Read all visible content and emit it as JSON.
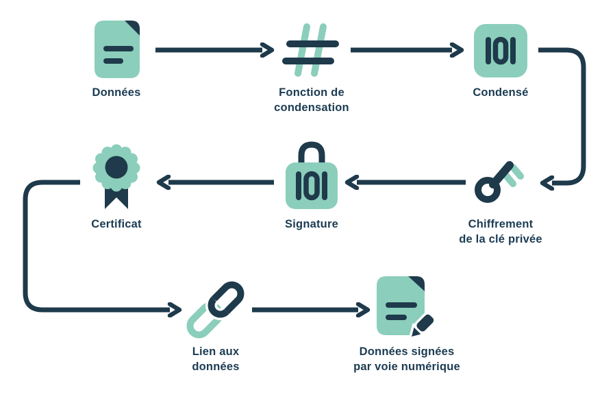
{
  "colors": {
    "green": "#8BCEBB",
    "dark": "#1E3A4B",
    "text": "#1B3B52",
    "bg": "#FFFFFF"
  },
  "diagram": {
    "type": "flowchart",
    "nodes": [
      {
        "id": "donnees",
        "label": "Données",
        "icon": "document-icon"
      },
      {
        "id": "fonction-de-condensation",
        "label": "Fonction de\ncondensation",
        "icon": "hash-icon"
      },
      {
        "id": "condense",
        "label": "Condensé",
        "icon": "digest-101-icon"
      },
      {
        "id": "chiffrement-cle-privee",
        "label": "Chiffrement\nde la clé privée",
        "icon": "key-icon"
      },
      {
        "id": "signature",
        "label": "Signature",
        "icon": "lock-101-icon"
      },
      {
        "id": "certificat",
        "label": "Certificat",
        "icon": "rosette-badge-icon"
      },
      {
        "id": "lien-aux-donnees",
        "label": "Lien aux\ndonnées",
        "icon": "chain-link-icon"
      },
      {
        "id": "donnees-signees",
        "label": "Données signées\npar voie numérique",
        "icon": "signed-document-icon"
      }
    ],
    "edges": [
      {
        "from": "donnees",
        "to": "fonction-de-condensation"
      },
      {
        "from": "fonction-de-condensation",
        "to": "condense"
      },
      {
        "from": "condense",
        "to": "chiffrement-cle-privee"
      },
      {
        "from": "chiffrement-cle-privee",
        "to": "signature"
      },
      {
        "from": "signature",
        "to": "certificat"
      },
      {
        "from": "certificat",
        "to": "lien-aux-donnees"
      },
      {
        "from": "lien-aux-donnees",
        "to": "donnees-signees"
      }
    ]
  }
}
